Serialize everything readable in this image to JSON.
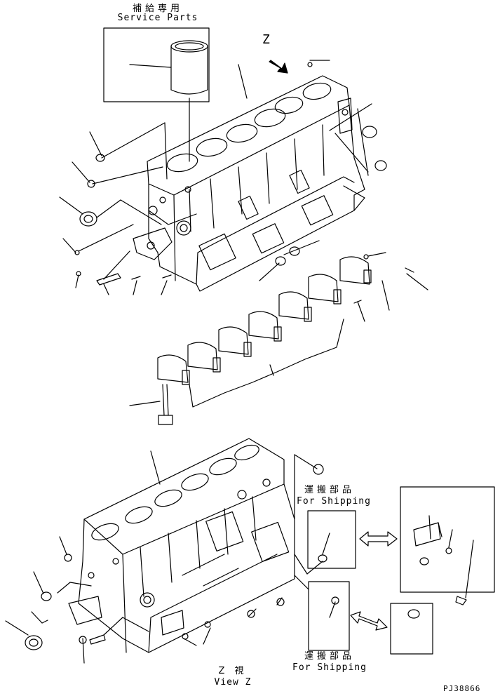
{
  "service_parts": {
    "jp": "補給専用",
    "en": "Service Parts"
  },
  "view_marker": "Z",
  "for_shipping_1": {
    "jp": "運搬部品",
    "en": "For Shipping"
  },
  "for_shipping_2": {
    "jp": "運搬部品",
    "en": "For Shipping"
  },
  "view_z": {
    "jp": "Z 視",
    "en": "View Z"
  },
  "drawing_id": "PJ38866"
}
